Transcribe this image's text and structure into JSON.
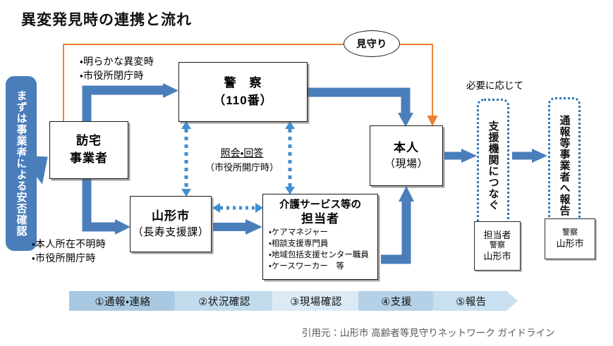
{
  "title": "異変発見時の連携と流れ",
  "banner": {
    "text": "まずは事業者による安否確認"
  },
  "boxes": {
    "jigyosha": {
      "line1": "訪宅",
      "line2": "事業者"
    },
    "keisatsu": {
      "line1": "警　察",
      "line2": "（110番）"
    },
    "yamagata": {
      "line1": "山形市",
      "line2": "（長寿支援課）"
    },
    "honnin": {
      "line1": "本人",
      "line2": "（現場）"
    },
    "tantou": {
      "head1": "介護サービス等の",
      "head2": "担当者",
      "items": [
        "ケアマネジャー",
        "相談支援専門員",
        "地域包括支援センター職員",
        "ケースワーカー　等"
      ]
    }
  },
  "callouts": {
    "support": {
      "label": "支援機関につなぐ",
      "note": [
        "担当者",
        "警察",
        "山形市"
      ]
    },
    "report": {
      "label": "通報等事業者へ報告",
      "note": [
        "警察",
        "山形市"
      ]
    },
    "need_label": "必要に応じて"
  },
  "oval": {
    "label": "見守り"
  },
  "labels": {
    "akiraka": "・明らかな異変時\n・市役所閉庁時",
    "akiraka_1": "・明らかな異変時",
    "akiraka_2": "・市役所閉庁時",
    "fumei_1": "・本人所在不明時",
    "fumei_2": "・市役所開庁時",
    "shoukai_main": "照会・回答",
    "shoukai_sub": "（市役所開庁時）"
  },
  "steps": [
    {
      "label": "①通報・連絡",
      "color": "#a9c9e2",
      "width": 132
    },
    {
      "label": "②状況確認",
      "color": "#c2dcee",
      "width": 120
    },
    {
      "label": "③現場確認",
      "color": "#dbeaf5",
      "width": 104
    },
    {
      "label": "④支援",
      "color": "#b4d1e8",
      "width": 88
    },
    {
      "label": "⑤報告",
      "color": "#c8e0f0",
      "width": 88
    }
  ],
  "citation": "引用元：山形市 高齢者等見守りネットワーク ガイドライン",
  "colors": {
    "brand_blue": "#4a7ebb",
    "arrow_blue": "#4a7ebb",
    "dotted_blue": "#2e75b6",
    "orange": "#ed7d31",
    "box_border": "#1a1a1a",
    "citation_gray": "#595959"
  }
}
